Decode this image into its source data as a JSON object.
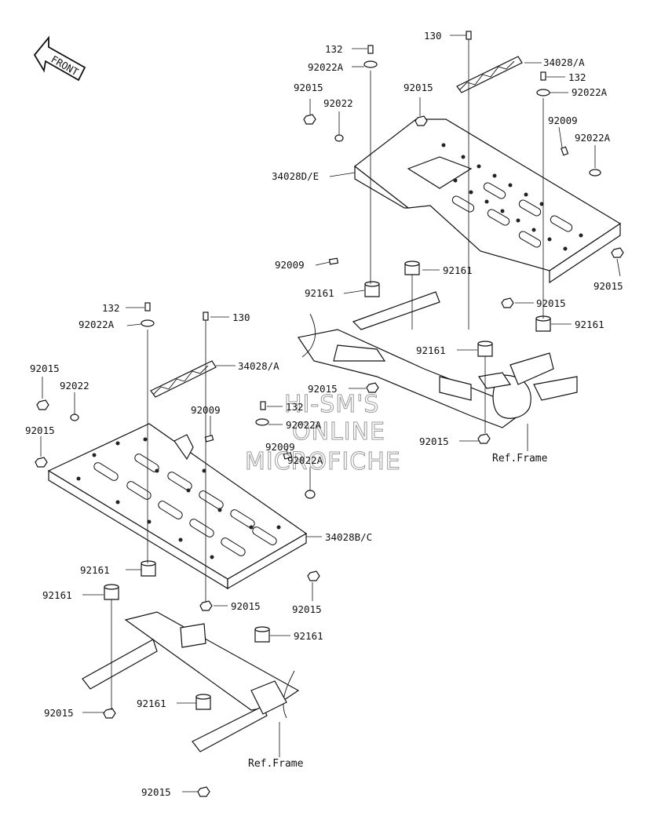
{
  "front_arrow": {
    "text": "FRONT"
  },
  "watermark": {
    "line1": "HI-SM'S",
    "line2": "ONLINE",
    "line3": "MICROFICHE"
  },
  "ref_labels": [
    "Ref.Frame",
    "Ref.Frame"
  ],
  "parts": {
    "p132_a": "132",
    "p92022A_a": "92022A",
    "p92015_a": "92015",
    "p92022_a": "92022",
    "p130_a": "130",
    "p34028A_a": "34028/A",
    "p92015_b": "92015",
    "p132_b": "132",
    "p92022A_b": "92022A",
    "p92009_a": "92009",
    "p92022A_c": "92022A",
    "p34028DE": "34028D/E",
    "p92009_b": "92009",
    "p92161_a": "92161",
    "p92161_b": "92161",
    "p92015_c": "92015",
    "p92015_d": "92015",
    "p92161_c": "92161",
    "p92161_d": "92161",
    "p92015_e": "92015",
    "p92015_f": "92015",
    "p132_c": "132",
    "p92022A_d": "92022A",
    "p130_b": "130",
    "p34028A_b": "34028/A",
    "p92015_g": "92015",
    "p92022_b": "92022",
    "p92015_h": "92015",
    "p92009_c": "92009",
    "p132_d": "132",
    "p92022A_e": "92022A",
    "p92009_d": "92009",
    "p92022A_f": "92022A",
    "p34028BC": "34028B/C",
    "p92161_e": "92161",
    "p92161_f": "92161",
    "p92015_i": "92015",
    "p92015_j": "92015",
    "p92161_g": "92161",
    "p92015_k": "92015",
    "p92161_h": "92161",
    "p92015_l": "92015"
  }
}
